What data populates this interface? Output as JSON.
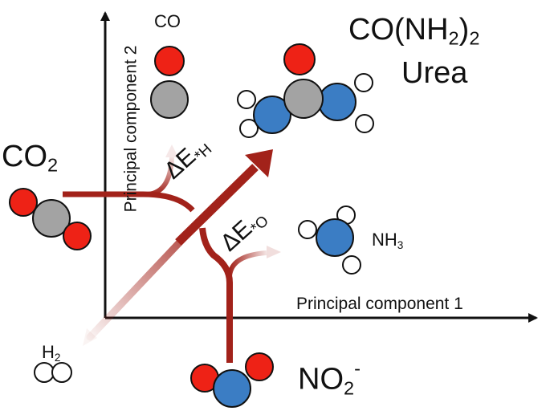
{
  "axes": {
    "x_label": "Principal component 1",
    "y_label": "Principal component 2"
  },
  "molecules": {
    "co": {
      "label": "CO"
    },
    "co2": {
      "label_main": "CO",
      "label_sub": "2"
    },
    "urea": {
      "formula_a": "CO(NH",
      "formula_sub": "2",
      "formula_b": ")",
      "formula_sub2": "2",
      "name": "Urea"
    },
    "nh3": {
      "label_main": "NH",
      "label_sub": "3"
    },
    "h2": {
      "label_main": "H",
      "label_sub": "2"
    },
    "no2": {
      "label_main": "NO",
      "label_sub": "2",
      "label_sup": "-"
    }
  },
  "energy_labels": {
    "dEH": {
      "delta": "ΔE",
      "sub": "*H"
    },
    "dEO": {
      "delta": "ΔE",
      "sub": "*O"
    }
  },
  "colors": {
    "oxygen": "#ee2216",
    "carbon": "#a3a3a3",
    "nitrogen": "#3b7dc4",
    "hydrogen": "#ffffff",
    "pathway": "#a2221a",
    "axis": "#111111"
  }
}
